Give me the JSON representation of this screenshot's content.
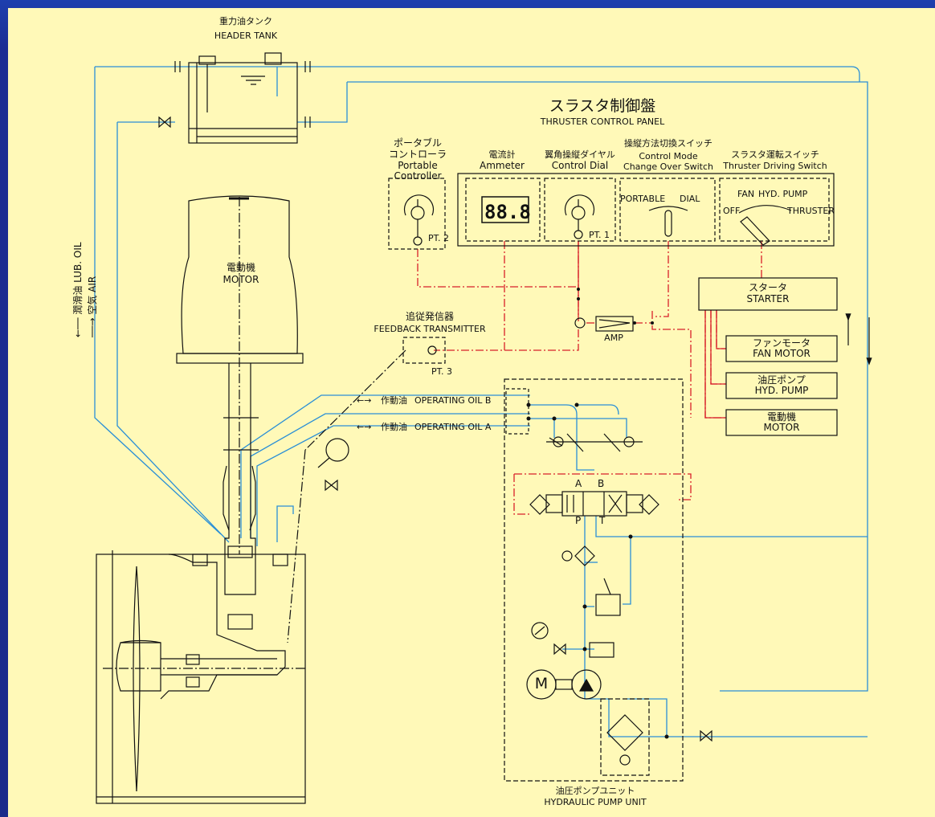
{
  "colors": {
    "background": "#fff9b8",
    "frame": "#1c2f8f",
    "oil_line": "#2a8fd6",
    "signal_line": "#d8202a",
    "drawing": "#111111"
  },
  "header_tank": {
    "label_jp": "重力油タンク",
    "label_en": "HEADER TANK"
  },
  "control_panel": {
    "title_jp": "スラスタ制御盤",
    "title_en": "THRUSTER CONTROL PANEL",
    "ammeter": {
      "label_jp": "電流計",
      "label_en": "Ammeter",
      "display": "88.8"
    },
    "control_dial": {
      "label_jp": "翼角操縦ダイヤル",
      "label_en": "Control Dial",
      "pt": "PT. 1"
    },
    "mode_switch": {
      "label_jp": "操縦方法切換スイッチ",
      "label_en1": "Control Mode",
      "label_en2": "Change Over Switch",
      "pos_left": "PORTABLE",
      "pos_right": "DIAL"
    },
    "driving_switch": {
      "label_jp": "スラスタ運転スイッチ",
      "label_en": "Thruster Driving Switch",
      "pos1": "FAN",
      "pos2": "HYD. PUMP",
      "pos_off": "OFF",
      "pos_thruster": "THRUSTER"
    }
  },
  "portable_controller": {
    "label_jp": "ポータブル",
    "label_jp2": "コントローラ",
    "label_en1": "Portable",
    "label_en2": "Controller",
    "pt": "PT. 2"
  },
  "motor": {
    "label_jp": "電動機",
    "label_en": "MOTOR"
  },
  "feedback_transmitter": {
    "label_jp": "追従発信器",
    "label_en": "FEEDBACK TRANSMITTER",
    "pt": "PT. 3"
  },
  "amp": "AMP",
  "starter": {
    "label_jp": "スタータ",
    "label_en": "STARTER"
  },
  "loads": [
    {
      "jp": "ファンモータ",
      "en": "FAN MOTOR"
    },
    {
      "jp": "油圧ポンプ",
      "en": "HYD. PUMP"
    },
    {
      "jp": "電動機",
      "en": "MOTOR"
    }
  ],
  "operating_oil": [
    {
      "jp": "作動油",
      "en": "OPERATING OIL  B"
    },
    {
      "jp": "作動油",
      "en": "OPERATING OIL  A"
    }
  ],
  "valve_ports": {
    "a": "A",
    "b": "B",
    "p": "P",
    "t": "T"
  },
  "pump_motor_symbol": "M",
  "side_labels": {
    "lub_oil": "潤滑油 LUB. OIL",
    "air": "空気  AIR"
  },
  "hydraulic_unit": {
    "label_jp": "油圧ポンプユニット",
    "label_en": "HYDRAULIC PUMP UNIT"
  }
}
